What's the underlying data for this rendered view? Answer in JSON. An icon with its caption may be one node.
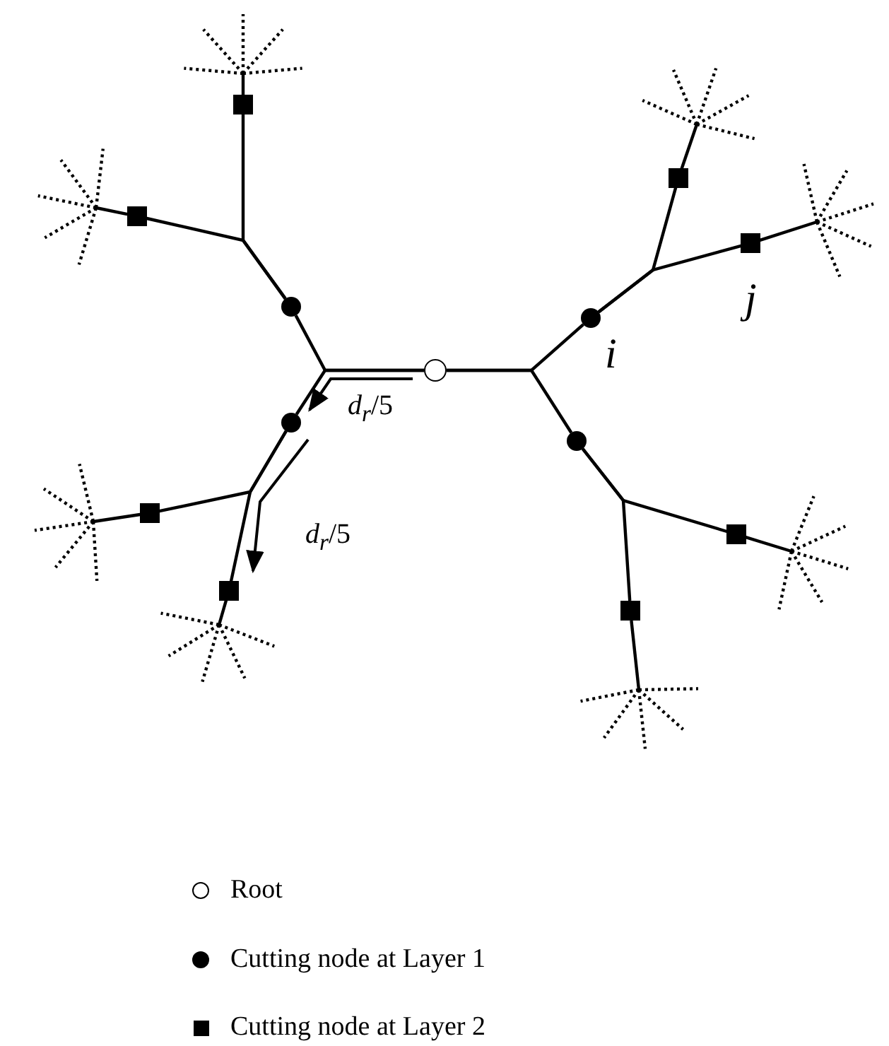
{
  "diagram": {
    "nodes": [
      {
        "text": [],
        "shape": "circle"
      },
      {
        "text": [],
        "shape": "circle"
      },
      {
        "text": [],
        "shape": "circle"
      },
      {
        "text": [],
        "shape": "circle",
        "beside": [
          "i"
        ]
      },
      {
        "text": [],
        "shape": "circle"
      },
      {
        "text": [],
        "shape": "box"
      },
      {
        "text": [],
        "shape": "box"
      },
      {
        "text": [],
        "shape": "box"
      },
      {
        "text": [],
        "shape": "box"
      },
      {
        "text": [],
        "shape": "box"
      },
      {
        "text": [],
        "shape": "box",
        "beside": [
          "j"
        ]
      },
      {
        "text": [],
        "shape": "box"
      },
      {
        "text": [],
        "shape": "box"
      }
    ],
    "edges": [
      {
        "from": 0,
        "to": 1,
        "arrow": "none"
      },
      {
        "from": 0,
        "to": 2,
        "arrow": "none"
      },
      {
        "from": 0,
        "to": 3,
        "arrow": "none"
      },
      {
        "from": 0,
        "to": 4,
        "arrow": "none"
      },
      {
        "from": 1,
        "to": 5,
        "arrow": "none"
      },
      {
        "from": 1,
        "to": 6,
        "arrow": "none"
      },
      {
        "from": 2,
        "to": 7,
        "arrow": "none"
      },
      {
        "from": 2,
        "to": 8,
        "arrow": "none"
      },
      {
        "from": 3,
        "to": 9,
        "arrow": "none"
      },
      {
        "from": 3,
        "to": 10,
        "arrow": "none"
      },
      {
        "from": 4,
        "to": 11,
        "arrow": "none"
      },
      {
        "from": 4,
        "to": 12,
        "arrow": "none"
      },
      {
        "from": 5,
        "to": null,
        "arrow": "none"
      },
      {
        "from": 6,
        "to": null,
        "arrow": "none"
      },
      {
        "from": 7,
        "to": null,
        "arrow": "none"
      },
      {
        "from": 8,
        "to": null,
        "arrow": "none"
      },
      {
        "from": 9,
        "to": null,
        "arrow": "none"
      },
      {
        "from": 10,
        "to": null,
        "arrow": "none"
      },
      {
        "from": 11,
        "to": null,
        "arrow": "none"
      },
      {
        "from": 12,
        "to": null,
        "arrow": "none"
      }
    ],
    "labels": [
      "*d*$_{r}$/5",
      "*d*$_{r}$/5"
    ],
    "legend": [
      {
        "text": "Root"
      },
      {
        "text": "Cutting node at Layer 1"
      },
      {
        "text": "Cutting node at Layer 2"
      }
    ]
  }
}
